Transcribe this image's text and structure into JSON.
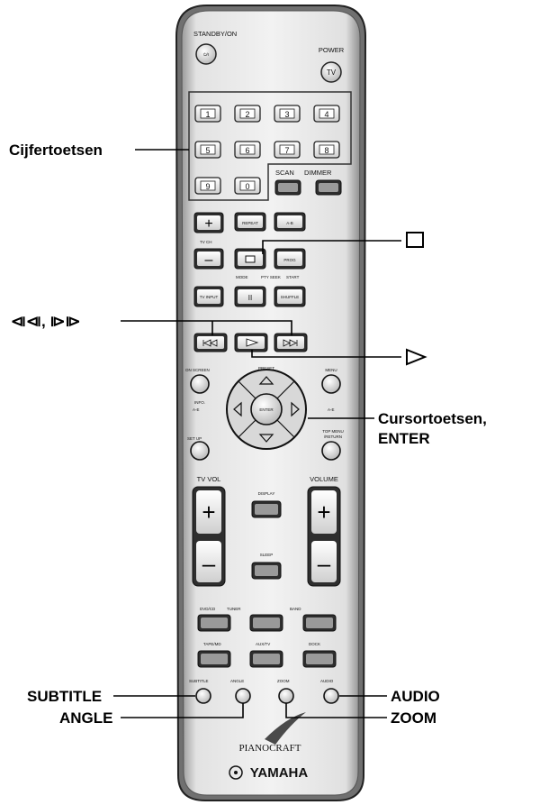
{
  "external_labels": {
    "cijfertoetsen": "Cijfertoetsen",
    "skip": "⧏⧏, ⧐⧐",
    "cursortoetsen_line1": "Cursortoetsen,",
    "cursortoetsen_line2": "ENTER",
    "subtitle": "SUBTITLE",
    "angle": "ANGLE",
    "audio": "AUDIO",
    "zoom": "ZOOM"
  },
  "remote": {
    "standby_label": "STANDBY/ON",
    "standby_glyph": "⏻/I",
    "power_label": "POWER",
    "power_button": "TV",
    "digits": [
      "1",
      "2",
      "3",
      "4",
      "5",
      "6",
      "7",
      "8",
      "9",
      "0"
    ],
    "scan": "SCAN",
    "dimmer": "DIMMER",
    "plus": "+",
    "minus": "–",
    "repeat": "REPEAT",
    "ab": "A-B",
    "tv_ch": "TV CH",
    "prog": "PROG",
    "mode": "MODE",
    "pty_seek": "PTY SEEK",
    "start": "START",
    "tv_input": "TV INPUT",
    "pause_glyph": "II",
    "shuffle": "SHUFFLE",
    "on_screen": "ON SCREEN",
    "info": "INFO.",
    "preset": "PRESET",
    "menu": "MENU",
    "enter": "ENTER",
    "ae_left": "A-E",
    "ae_right": "A-E",
    "set_up": "SET UP",
    "top_menu_line1": "TOP MENU",
    "top_menu_line2": "/RETURN",
    "tv_vol": "TV VOL",
    "volume": "VOLUME",
    "display": "DISPLAY",
    "sleep": "SLEEP",
    "dvd_cd": "DVD/CD",
    "tuner": "TUNER",
    "band": "BAND",
    "tape_md": "TAPE/MD",
    "aux_tv": "AUX/TV",
    "dock": "DOCK",
    "subtitle": "SUBTITLE",
    "angle": "ANGLE",
    "zoom": "ZOOM",
    "audio": "AUDIO",
    "pianocraft": "PIANOCRAFT",
    "yamaha": "YAMAHA"
  }
}
